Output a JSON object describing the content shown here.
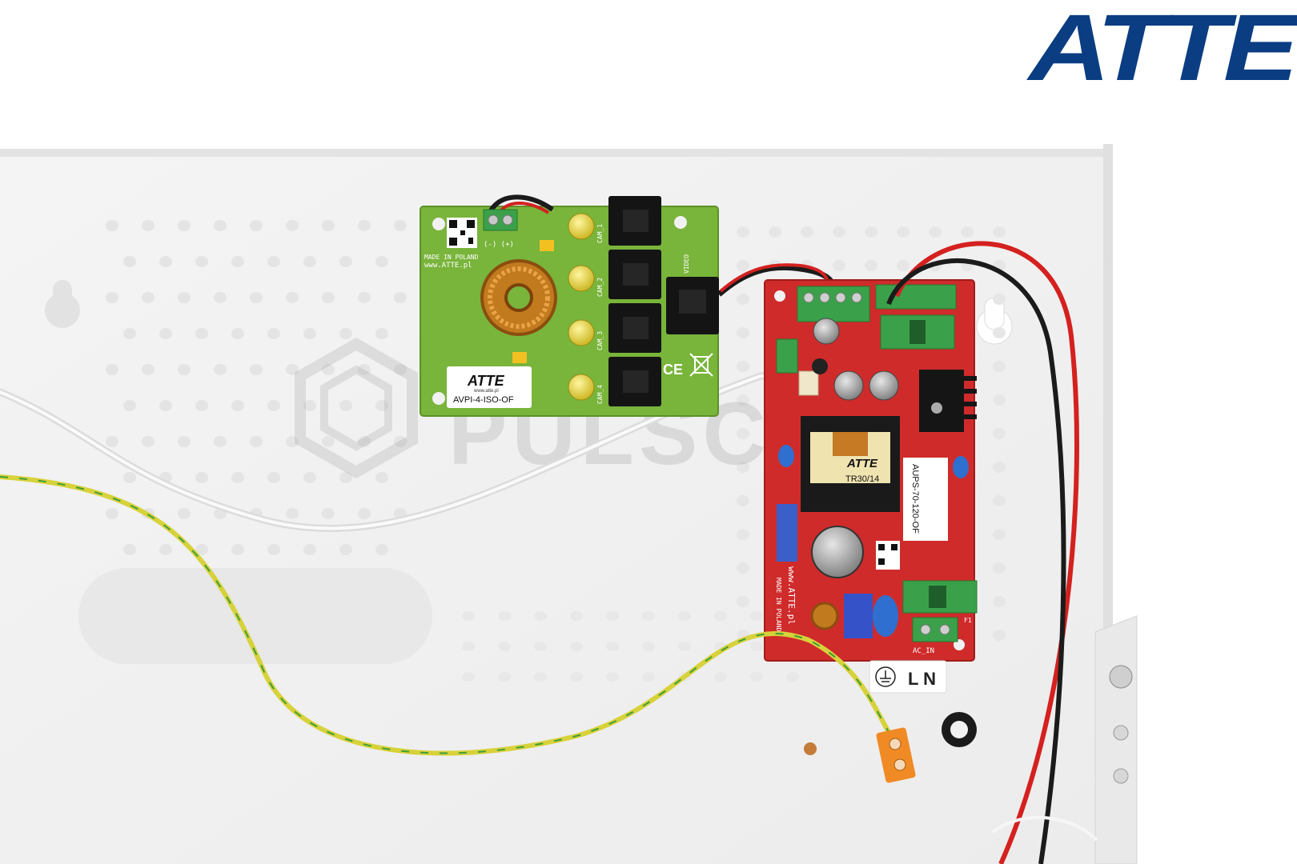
{
  "brand": {
    "logo_text": "ATTE",
    "color": "#0b3d82"
  },
  "watermark": {
    "text": "PULSCOM"
  },
  "boards": {
    "avpi": {
      "logo": "ATTE",
      "site": "www.atte.pl",
      "model": "AVPI-4-ISO-OF",
      "made_in": "MADE IN POLAND",
      "web": "www.ATTE.pl",
      "ports": [
        "CAM_1",
        "CAM_2",
        "CAM_3",
        "CAM_4"
      ],
      "video_port": "VIDEO",
      "dc_label": "(-) (+)"
    },
    "aups": {
      "model": "AUPS-70-120-OF",
      "web": "www.ATTE.pl",
      "made_in": "MADE IN POLAND",
      "transformer_logo": "ATTE",
      "transformer_model": "TR30/14",
      "ac_in_label": "AC_IN",
      "fuse_label": "F1"
    }
  },
  "mains_label": {
    "text": "L N"
  },
  "colors": {
    "panel": "#f1f1f1",
    "green_pcb": "#79b43b",
    "red_pcb": "#cf2b2b",
    "terminal": "#3aa14a",
    "wire_red": "#d4211f",
    "wire_black": "#1b1b1b",
    "wire_earth_yellow": "#d7d23a",
    "wire_earth_green": "#3e9e3a",
    "connector_orange": "#f08a24"
  }
}
